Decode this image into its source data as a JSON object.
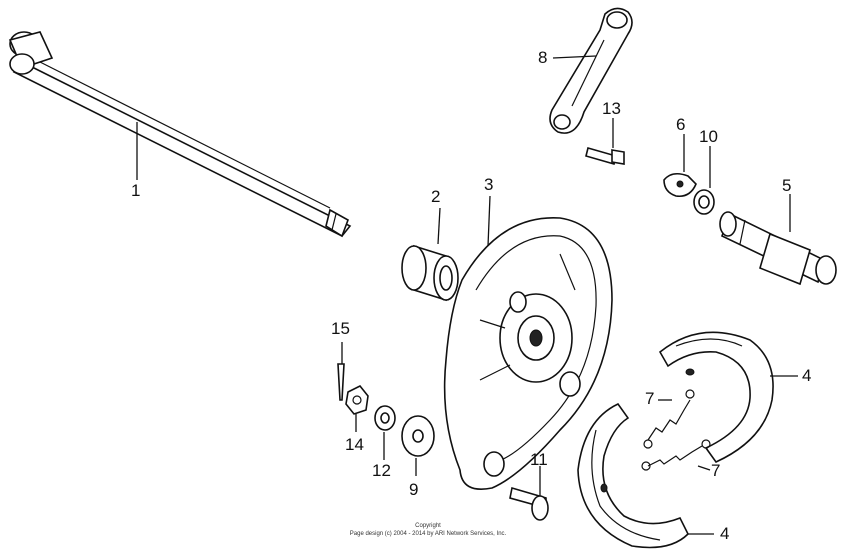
{
  "diagram": {
    "callouts": [
      "1",
      "2",
      "3",
      "4",
      "4",
      "5",
      "6",
      "7",
      "7",
      "8",
      "9",
      "10",
      "11",
      "12",
      "13",
      "14",
      "15"
    ],
    "parts": [
      "axle",
      "bearing",
      "brake-panel",
      "brake-shoe-upper",
      "brake-shoe-lower",
      "cam",
      "indicator-plate",
      "spring-upper",
      "spring-lower",
      "brake-arm",
      "washer-large",
      "washer-10",
      "bolt-11",
      "washer-12",
      "bolt-13",
      "nut",
      "cotter-pin"
    ]
  },
  "footer": {
    "line1": "Copyright",
    "line2": "Page design (c) 2004 - 2014 by ARI Network Services, Inc."
  }
}
